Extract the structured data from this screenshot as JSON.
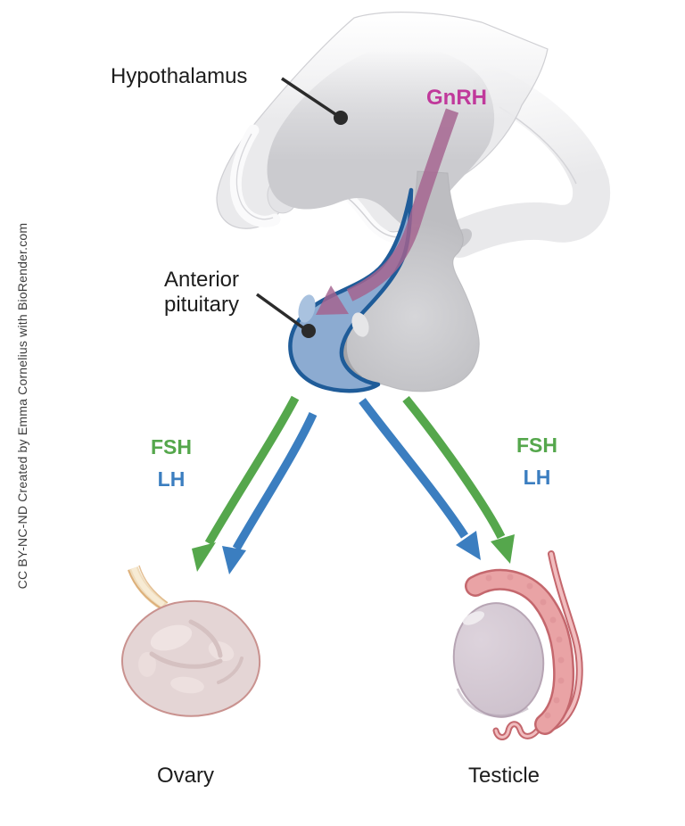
{
  "attribution": "CC BY-NC-ND Created by Emma Cornelius with BioRender.com",
  "labels": {
    "hypothalamus": "Hypothalamus",
    "gnrh": "GnRH",
    "anterior_pituitary_line1": "Anterior",
    "anterior_pituitary_line2": "pituitary",
    "fsh": "FSH",
    "lh": "LH",
    "ovary": "Ovary",
    "testicle": "Testicle"
  },
  "colors": {
    "gnrh_text": "#c0399b",
    "gnrh_arrow": "#a5638f",
    "fsh_green": "#55a74c",
    "lh_blue": "#3b7ec0",
    "anterior_pituitary_fill": "#8cabd1",
    "anterior_pituitary_outline": "#1f5c99",
    "posterior_pituitary_gray": "#c6c6ca",
    "brain_light_gray": "#eaeaec",
    "hypothalamus_gray": "#cbcbcf",
    "ovary_fill": "#e4d5d5",
    "ovary_outline": "#c9928f",
    "ovary_ligament_tan": "#efdcbc",
    "testis_fill": "#d5cad4",
    "epididymis_fill": "#e9a3a5",
    "epididymis_outline": "#c4676d",
    "label_text": "#1d1d1d"
  }
}
